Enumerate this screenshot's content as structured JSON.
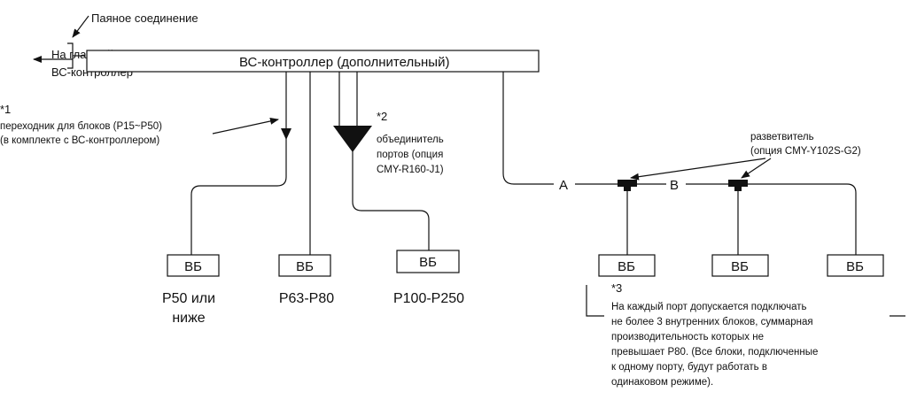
{
  "solder_label": "Паяное соединение",
  "main_bc": [
    "На главный",
    "ВС-контроллер"
  ],
  "sub_bc": "ВС-контроллер (дополнительный)",
  "note1": {
    "mark": "*1",
    "lines": [
      "переходник для блоков (P15~P50)",
      "(в комплекте с ВС-контроллером)"
    ]
  },
  "note2": {
    "mark": "*2",
    "lines": [
      "объединитель",
      "портов (опция",
      "CMY-R160-J1)"
    ]
  },
  "splitter": [
    "разветвитель",
    "(опция CMY-Y102S-G2)"
  ],
  "label_a": "A",
  "label_b": "B",
  "unit_label": "ВБ",
  "cap_p50": [
    "P50 или",
    "ниже"
  ],
  "cap_p63": "P63-P80",
  "cap_p100": "P100-P250",
  "note3": {
    "mark": "*3",
    "lines": [
      "На каждый порт допускается подключать",
      "не более 3 внутренних блоков, суммарная",
      "производительность которых не",
      "превышает P80. (Все блоки, подключенные",
      "к одному порту, будут работать в",
      "одинаковом режиме)."
    ]
  }
}
